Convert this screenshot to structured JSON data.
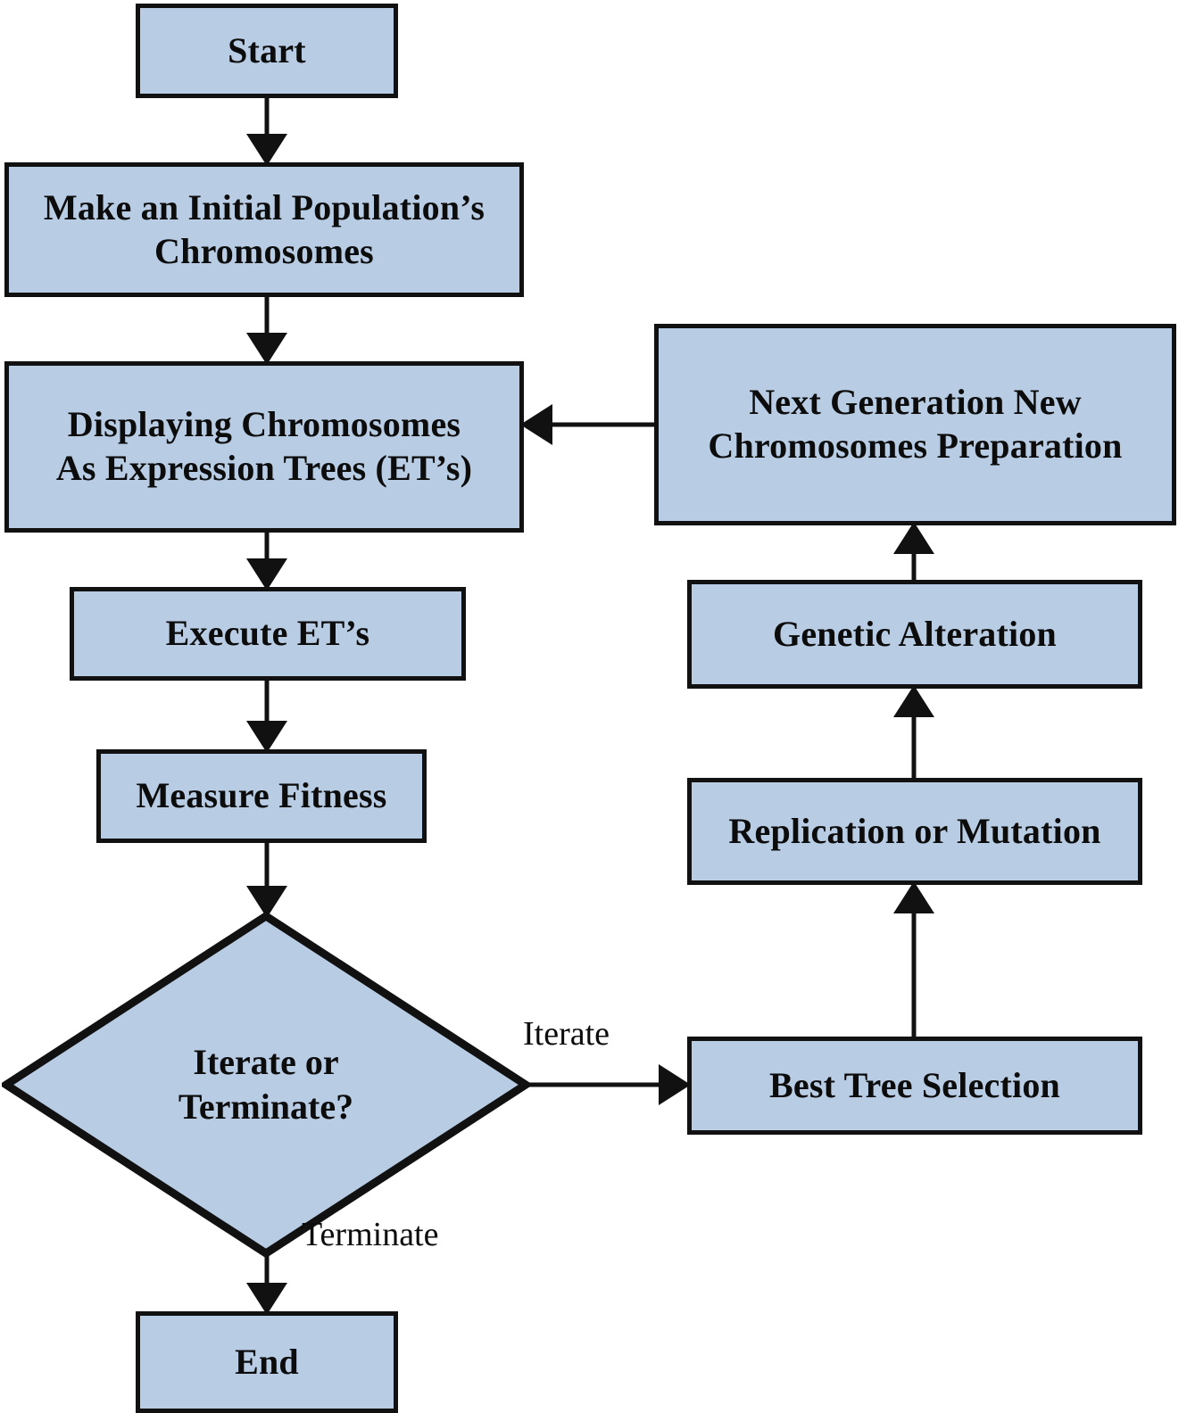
{
  "diagram": {
    "type": "flowchart",
    "title": "Gene Expression Programming flowchart",
    "colors": {
      "node_fill": "#b8cce4",
      "node_border": "#111111",
      "connector": "#111111",
      "text": "#0c0c0c",
      "background": "#ffffff"
    },
    "nodes": [
      {
        "id": "start",
        "shape": "rectangle",
        "label": "Start"
      },
      {
        "id": "init-pop",
        "shape": "rectangle",
        "label": "Make an Initial Population’s\nChromosomes"
      },
      {
        "id": "display",
        "shape": "rectangle",
        "label": "Displaying Chromosomes\nAs Expression Trees (ET’s)"
      },
      {
        "id": "execute",
        "shape": "rectangle",
        "label": "Execute ET’s"
      },
      {
        "id": "fitness",
        "shape": "rectangle",
        "label": "Measure Fitness"
      },
      {
        "id": "decision",
        "shape": "diamond",
        "label": "Iterate or\nTerminate?"
      },
      {
        "id": "end",
        "shape": "rectangle",
        "label": "End"
      },
      {
        "id": "besttree",
        "shape": "rectangle",
        "label": "Best Tree Selection"
      },
      {
        "id": "replication",
        "shape": "rectangle",
        "label": "Replication or Mutation"
      },
      {
        "id": "genetic",
        "shape": "rectangle",
        "label": "Genetic Alteration"
      },
      {
        "id": "nextgen",
        "shape": "rectangle",
        "label": "Next Generation New\nChromosomes Preparation"
      }
    ],
    "edges": [
      {
        "id": "e1",
        "from": "start",
        "to": "init-pop",
        "label": ""
      },
      {
        "id": "e2",
        "from": "init-pop",
        "to": "display",
        "label": ""
      },
      {
        "id": "e3",
        "from": "display",
        "to": "execute",
        "label": ""
      },
      {
        "id": "e4",
        "from": "execute",
        "to": "fitness",
        "label": ""
      },
      {
        "id": "e5",
        "from": "fitness",
        "to": "decision",
        "label": ""
      },
      {
        "id": "e6",
        "from": "decision",
        "to": "besttree",
        "label": "Iterate"
      },
      {
        "id": "e7",
        "from": "decision",
        "to": "end",
        "label": "Terminate"
      },
      {
        "id": "e8",
        "from": "besttree",
        "to": "replication",
        "label": ""
      },
      {
        "id": "e9",
        "from": "replication",
        "to": "genetic",
        "label": ""
      },
      {
        "id": "e10",
        "from": "genetic",
        "to": "nextgen",
        "label": ""
      },
      {
        "id": "e11",
        "from": "nextgen",
        "to": "display",
        "label": ""
      }
    ]
  }
}
